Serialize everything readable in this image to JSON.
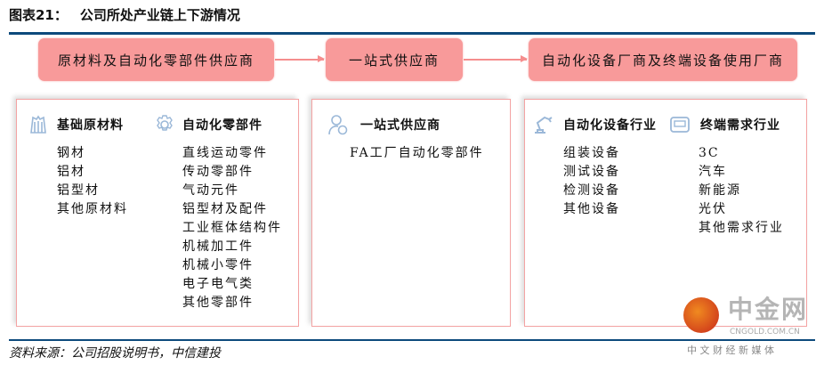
{
  "title": {
    "label": "图表21：",
    "text": "公司所处产业链上下游情况"
  },
  "flow": [
    "原材料及自动化零部件供应商",
    "一站式供应商",
    "自动化设备厂商及终端设备使用厂商"
  ],
  "panels": {
    "raw": {
      "header": "基础原材料",
      "items": [
        "钢材",
        "铝材",
        "铝型材",
        "其他原材料"
      ]
    },
    "parts": {
      "header": "自动化零部件",
      "items": [
        "直线运动零件",
        "传动零部件",
        "气动元件",
        "铝型材及配件",
        "工业框体结构件",
        "机械加工件",
        "机械小零件",
        "电子电气类",
        "其他零部件"
      ]
    },
    "onestop": {
      "header": "一站式供应商",
      "items": [
        "FA工厂自动化零部件"
      ]
    },
    "equip": {
      "header": "自动化设备行业",
      "items": [
        "组装设备",
        "测试设备",
        "检测设备",
        "其他设备"
      ]
    },
    "demand": {
      "header": "终端需求行业",
      "items": [
        "3C",
        "汽车",
        "新能源",
        "光伏",
        "其他需求行业"
      ]
    }
  },
  "source": "资料来源：公司招股说明书，中信建投",
  "watermark": {
    "name": "中金网",
    "url": "CNGOLD.COM.CN",
    "tagline": "中 文 财 经 新 媒 体"
  },
  "colors": {
    "box": "#f89a9a",
    "rule": "#0d4a7c",
    "icon": "#9bb8d8"
  }
}
